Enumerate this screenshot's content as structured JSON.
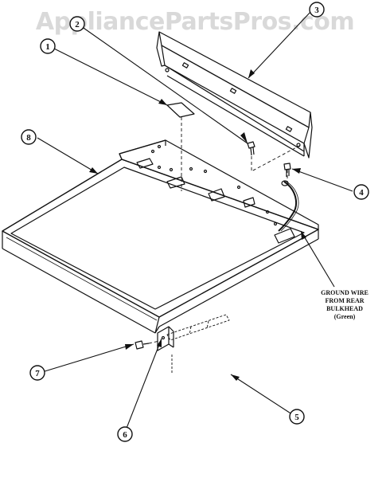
{
  "watermark": "AppliancePartsPros.com",
  "callouts": [
    "1",
    "2",
    "3",
    "4",
    "5",
    "6",
    "7",
    "8"
  ],
  "note": {
    "line1": "GROUND WIRE",
    "line2": "FROM REAR",
    "line3": "BULKHEAD",
    "line4": "(Green)"
  }
}
